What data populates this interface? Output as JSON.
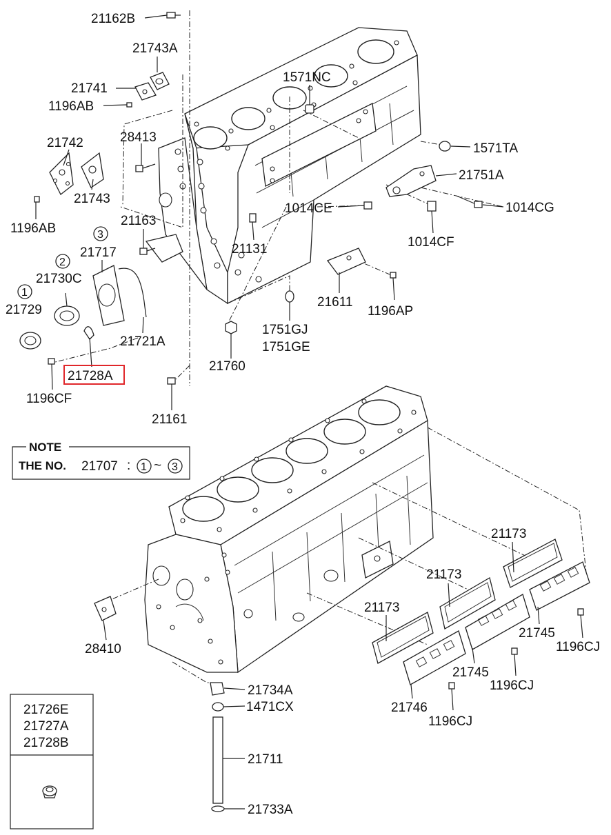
{
  "parts": {
    "p21162B": "21162B",
    "p21743A": "21743A",
    "p21741": "21741",
    "p1196AB_top": "1196AB",
    "p21742": "21742",
    "p21743": "21743",
    "p1196AB": "1196AB",
    "p28413": "28413",
    "p21163": "21163",
    "p21717": "21717",
    "p21730C": "21730C",
    "p21729": "21729",
    "p21721A": "21721A",
    "p21728A": "21728A",
    "p1196CF": "1196CF",
    "p21161": "21161",
    "p1571NC": "1571NC",
    "p1571TA": "1571TA",
    "p21751A": "21751A",
    "p1014CE": "1014CE",
    "p1014CG": "1014CG",
    "p1014CF": "1014CF",
    "p21131": "21131",
    "p21611": "21611",
    "p1196AP": "1196AP",
    "p1751GJ": "1751GJ",
    "p1751GE": "1751GE",
    "p21760": "21760",
    "p21173_a": "21173",
    "p21173_b": "21173",
    "p21173_c": "21173",
    "p21745_a": "21745",
    "p21745_b": "21745",
    "p1196CJ_a": "1196CJ",
    "p1196CJ_b": "1196CJ",
    "p1196CJ_c": "1196CJ",
    "p21746": "21746",
    "p28410": "28410",
    "p21734A": "21734A",
    "p1471CX": "1471CX",
    "p21711": "21711",
    "p21733A": "21733A"
  },
  "callouts": {
    "c1": "1",
    "c2": "2",
    "c3": "3"
  },
  "note": {
    "title": "NOTE",
    "prefix": "THE NO.",
    "number": "21707",
    "colon": ":",
    "from": "1",
    "tilde": "~",
    "to": "3"
  },
  "inset": {
    "line1": "21726E",
    "line2": "21727A",
    "line3": "21728B"
  },
  "highlighted_part": "21728A",
  "colors": {
    "highlight": "#e0262a",
    "line": "#222222"
  }
}
